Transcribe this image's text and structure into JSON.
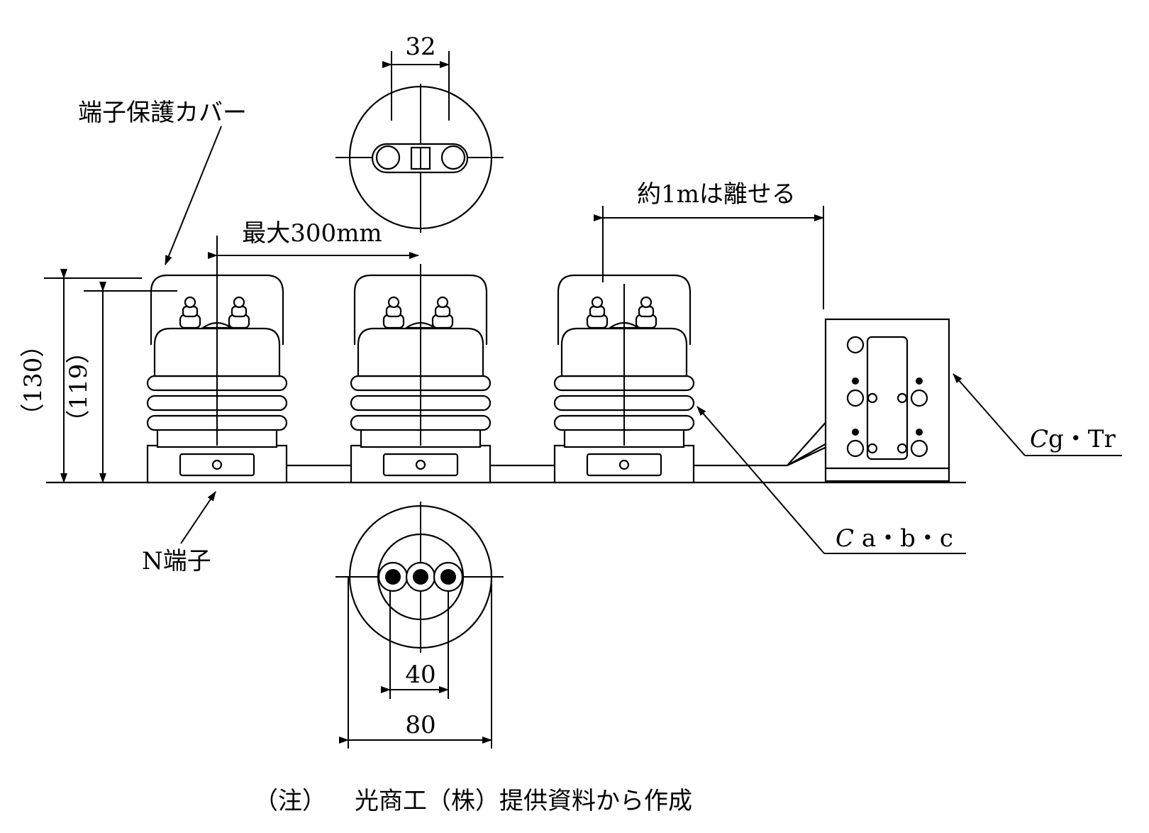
{
  "labels": {
    "terminal_cover": "端子保護カバー",
    "max_spacing": "最大300mm",
    "separation": "約1mは離せる",
    "n_terminal": "N端子",
    "cg_tr_italic": "C",
    "cg_tr_rest": "g・Tr",
    "cabc_italic": "C",
    "cabc_rest": " a・b・c"
  },
  "dimensions": {
    "top_terminal_pitch": "32",
    "bottom_inner": "40",
    "bottom_outer": "80",
    "height_total": "（130）",
    "height_body": "（119）"
  },
  "note": {
    "prefix": "（注）",
    "text": "光商工（株）提供資料から作成"
  }
}
